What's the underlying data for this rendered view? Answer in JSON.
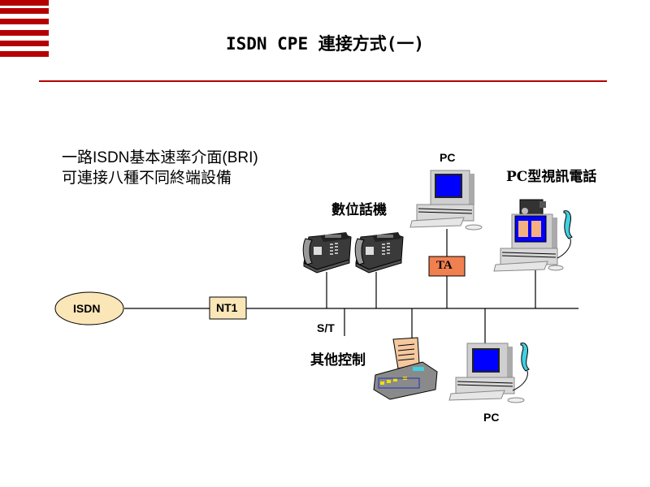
{
  "slide": {
    "title": "ISDN CPE 連接方式(一)",
    "description": [
      "一路ISDN基本速率介面(BRI)",
      "可連接八種不同終端設備"
    ],
    "colors": {
      "accent": "#b40000",
      "isdn_fill": "#fbe6b8",
      "nt1_fill": "#fbe6b8",
      "ta_fill": "#f08050",
      "screen": "#0000ff"
    }
  },
  "diagram": {
    "isdn_label": "ISDN",
    "nt1_label": "NT1",
    "ta_label": "TA",
    "st_label": "S/T",
    "devices": {
      "digital_phones": "數位話機",
      "pc_top": "PC",
      "pc_video_phone": "PC型視訊電話",
      "other_control": "其他控制",
      "pc_bottom": "PC"
    }
  }
}
